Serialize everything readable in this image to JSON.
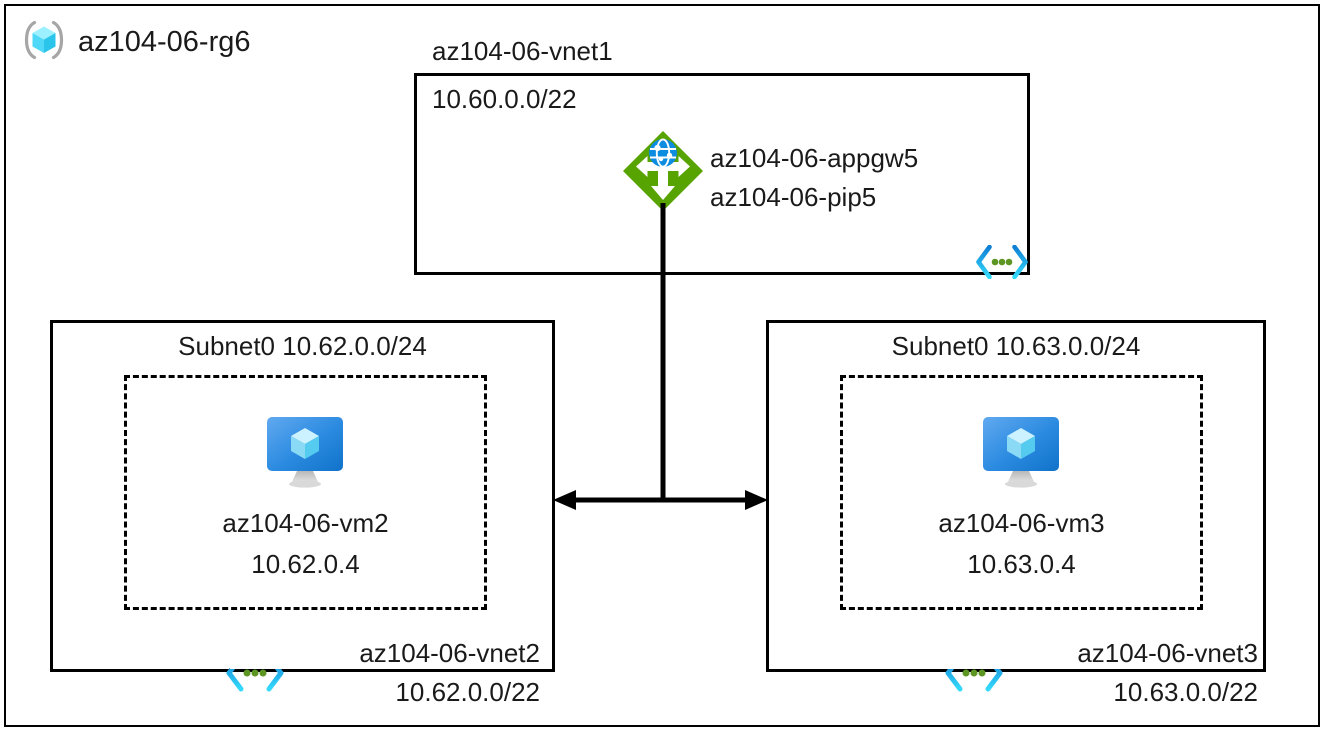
{
  "resource_group": {
    "name": "az104-06-rg6",
    "icon": "resource-group-icon"
  },
  "vnet1": {
    "name": "az104-06-vnet1",
    "address_space": "10.60.0.0/22",
    "vnet_icon": "virtual-network-icon",
    "gateway": {
      "icon": "application-gateway-icon",
      "name": "az104-06-appgw5",
      "public_ip": "az104-06-pip5"
    }
  },
  "vnet2": {
    "subnet_label": "Subnet0 10.62.0.0/24",
    "vm": {
      "icon": "virtual-machine-icon",
      "name": "az104-06-vm2",
      "ip": "10.62.0.4"
    },
    "vnet_icon": "virtual-network-icon",
    "name": "az104-06-vnet2",
    "address_space": "10.62.0.0/22"
  },
  "vnet3": {
    "subnet_label": "Subnet0 10.63.0.0/24",
    "vm": {
      "icon": "virtual-machine-icon",
      "name": "az104-06-vm3",
      "ip": "10.63.0.4"
    },
    "vnet_icon": "virtual-network-icon",
    "name": "az104-06-vnet3",
    "address_space": "10.63.0.0/22"
  },
  "connections": {
    "peering_arrow": "bidirectional-peering-arrow",
    "gateway_drop_line": "gateway-connection-line"
  },
  "colors": {
    "gateway_green": "#57a300",
    "gateway_globe_blue": "#0078d4",
    "vm_monitor_blue": "#0a7bdb",
    "vm_cube_cyan": "#9fe7fb",
    "vnet_icon_blue": "#0078d4",
    "vnet_icon_cyan": "#35c1f1",
    "vnet_icon_green": "#5e9624",
    "rg_bracket_gray": "#a6a6a6",
    "rg_cube_cyan": "#50e6ff",
    "line_black": "#000000"
  }
}
